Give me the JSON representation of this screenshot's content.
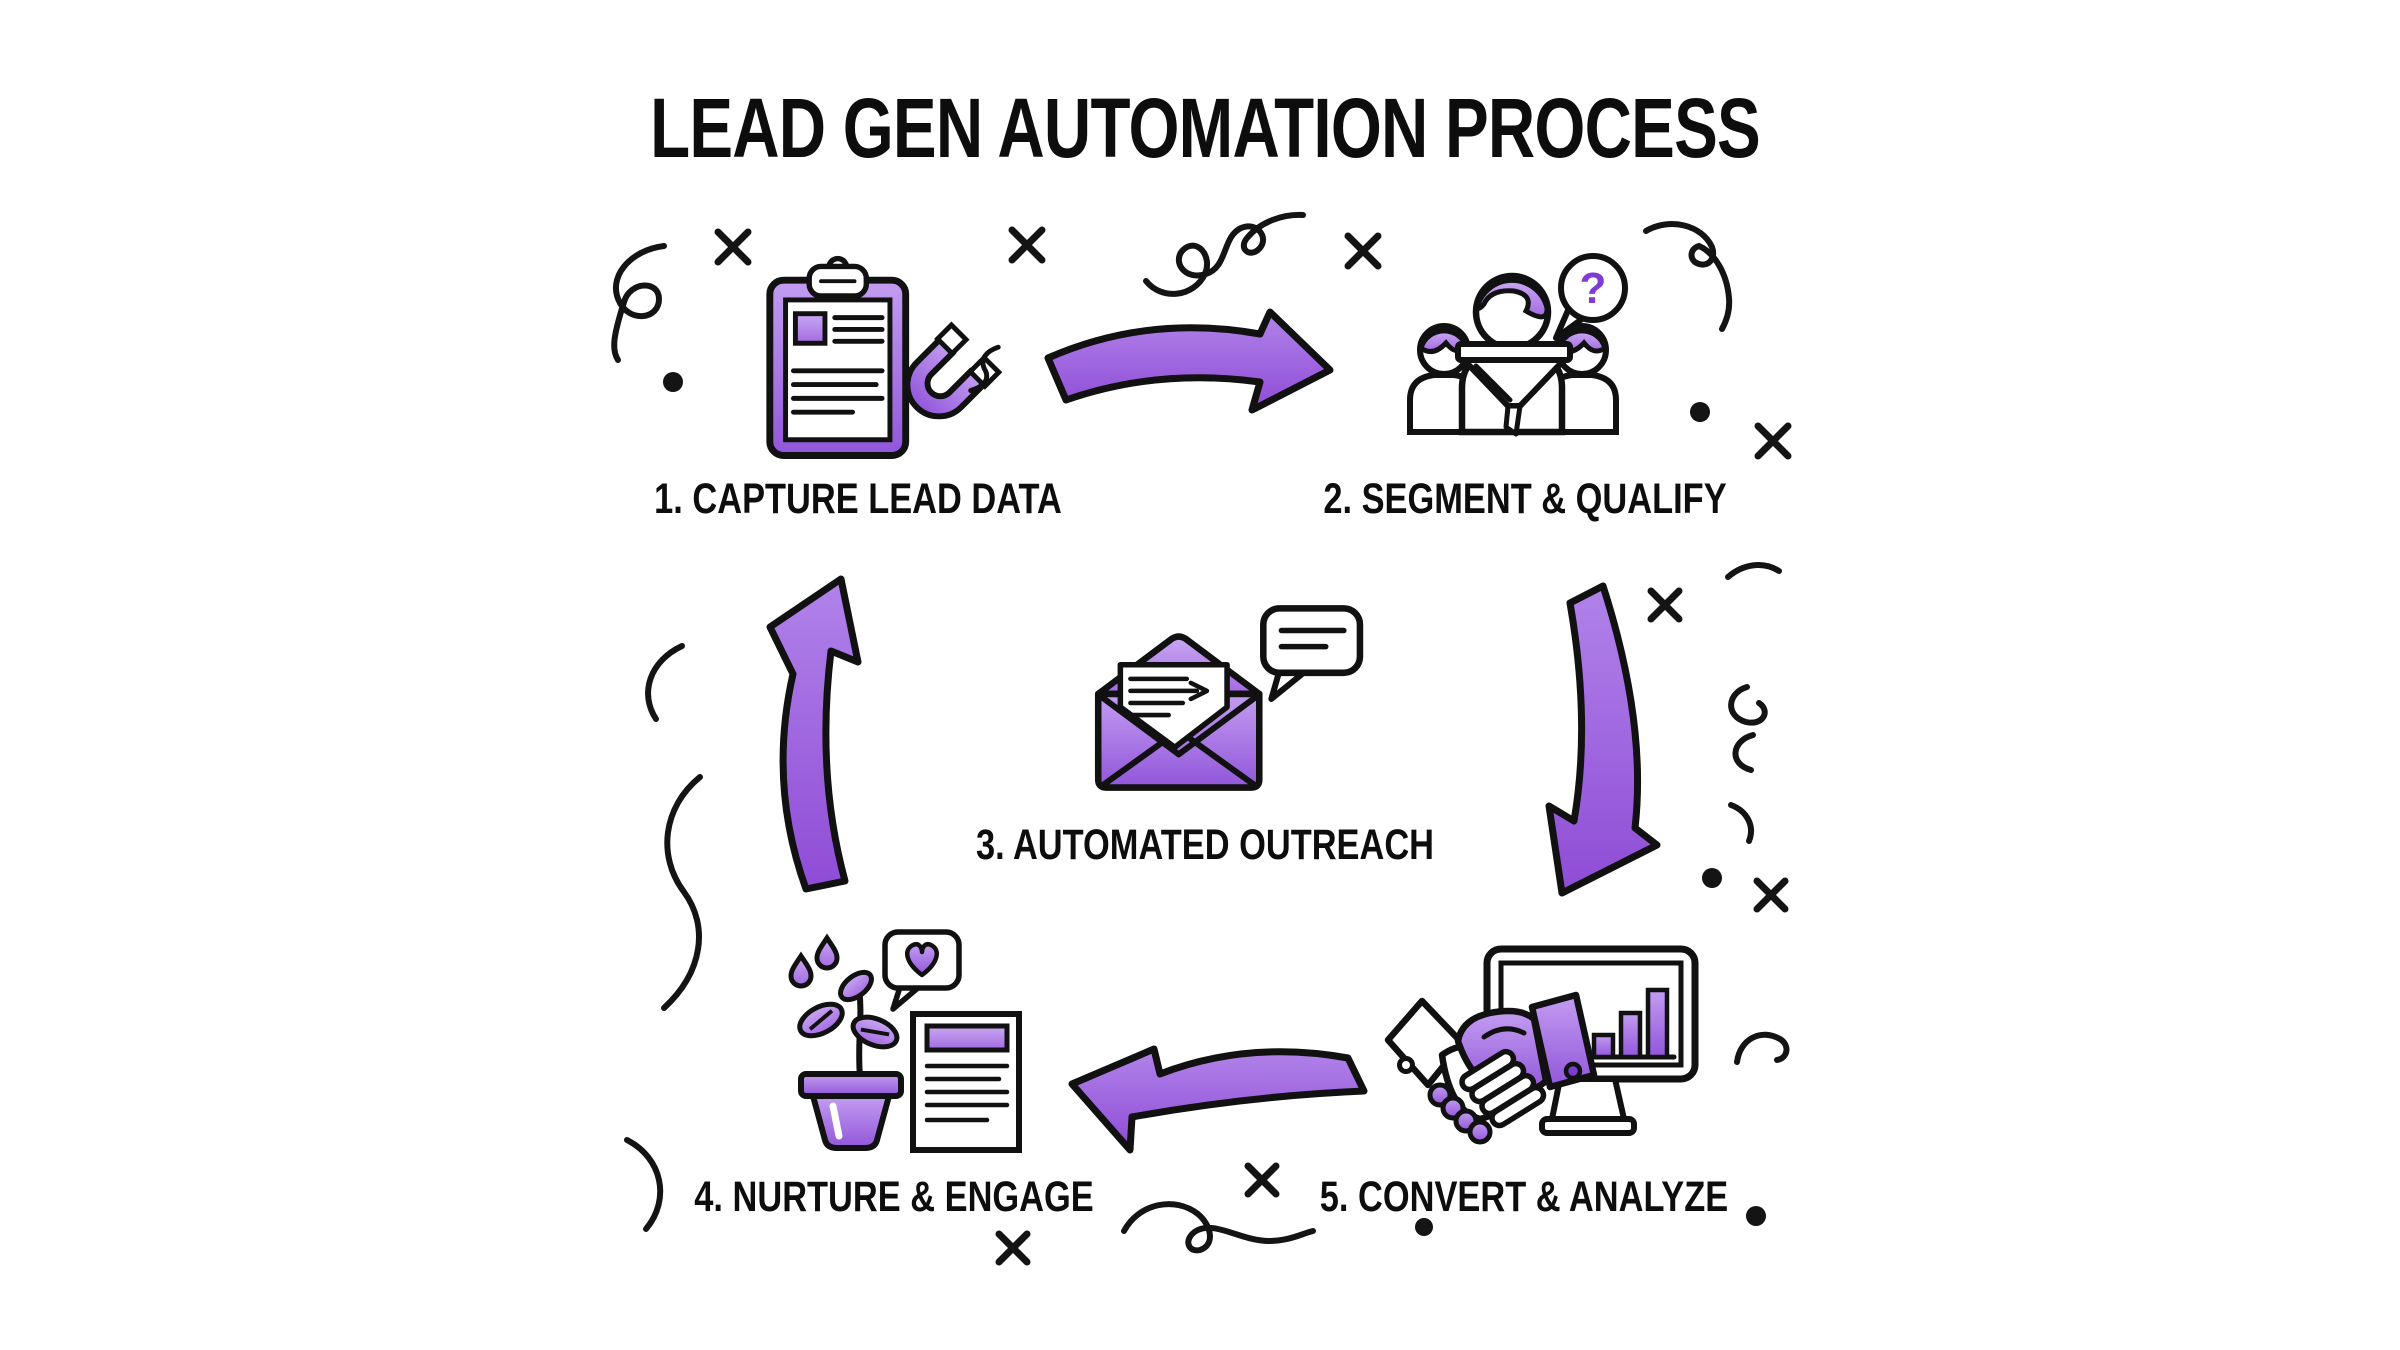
{
  "title": "LEAD GEN AUTOMATION PROCESS",
  "steps": [
    {
      "label": "1. CAPTURE LEAD DATA",
      "icon": "clipboard-magnet-icon"
    },
    {
      "label": "2. SEGMENT & QUALIFY",
      "icon": "audience-funnel-icon"
    },
    {
      "label": "3. AUTOMATED OUTREACH",
      "icon": "envelope-chat-icon"
    },
    {
      "label": "4. NURTURE & ENGAGE",
      "icon": "plant-growth-icon"
    },
    {
      "label": "5. CONVERT & ANALYZE",
      "icon": "handshake-analytics-icon"
    }
  ],
  "decor": {
    "question_mark": "?"
  },
  "colors": {
    "background": "#ffffff",
    "ink": "#111111",
    "accent": "#9b5fe0",
    "accent_light": "#c39df1",
    "accent_dark": "#8a4ad6"
  }
}
